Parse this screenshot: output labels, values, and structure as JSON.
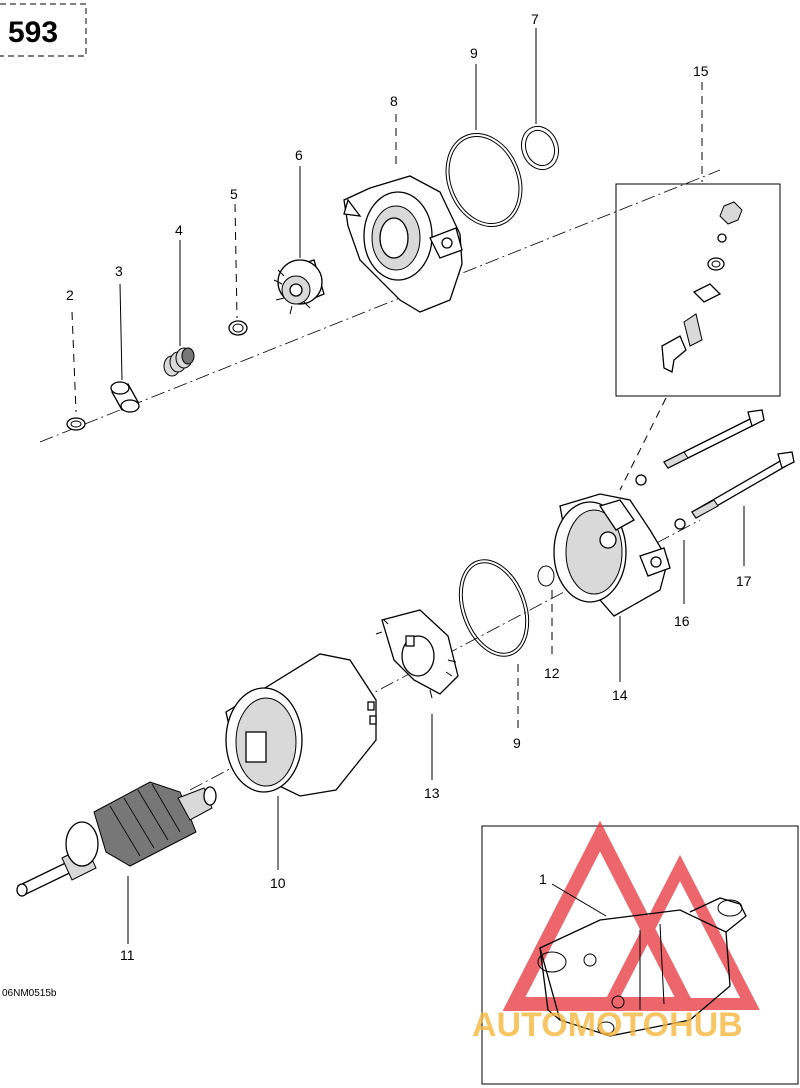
{
  "page_number": "593",
  "drawing_code": "06NM0515b",
  "callouts": [
    {
      "id": "c2",
      "text": "2"
    },
    {
      "id": "c3",
      "text": "3"
    },
    {
      "id": "c4",
      "text": "4"
    },
    {
      "id": "c5",
      "text": "5"
    },
    {
      "id": "c6",
      "text": "6"
    },
    {
      "id": "c8",
      "text": "8"
    },
    {
      "id": "c9a",
      "text": "9"
    },
    {
      "id": "c7",
      "text": "7"
    },
    {
      "id": "c15",
      "text": "15"
    },
    {
      "id": "c17",
      "text": "17"
    },
    {
      "id": "c16",
      "text": "16"
    },
    {
      "id": "c14",
      "text": "14"
    },
    {
      "id": "c12",
      "text": "12"
    },
    {
      "id": "c9b",
      "text": "9"
    },
    {
      "id": "c13",
      "text": "13"
    },
    {
      "id": "c10",
      "text": "10"
    },
    {
      "id": "c11",
      "text": "11"
    },
    {
      "id": "c1",
      "text": "1"
    }
  ],
  "watermark": {
    "brand": "AUTOMOTOHUB",
    "colors": {
      "primary": "#e8333a",
      "secondary": "#f5b63c",
      "hub": "#555555"
    }
  }
}
